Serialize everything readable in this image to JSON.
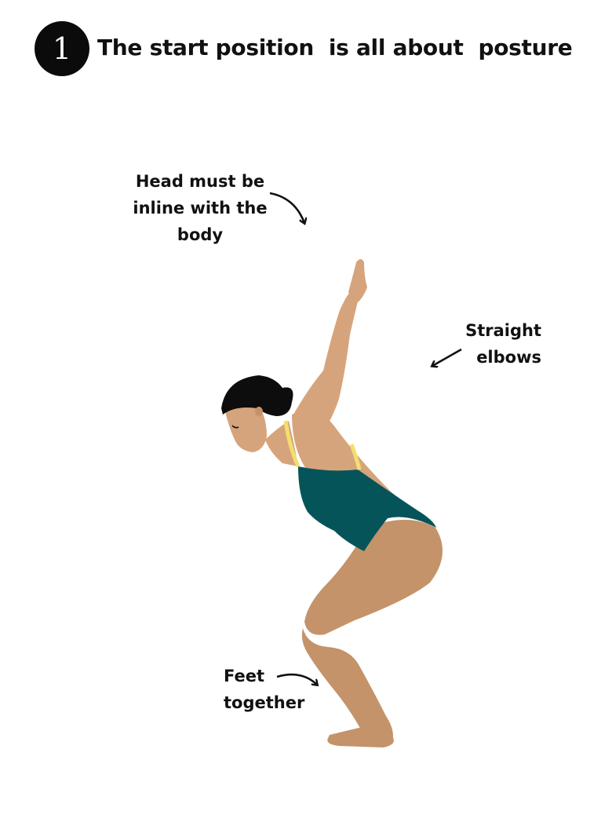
{
  "step": {
    "number": "1"
  },
  "title": "The start position  is all about  posture",
  "annotations": {
    "head": "Head must be\ninline with the\nbody",
    "elbows": "Straight\nelbows",
    "feet": "Feet\ntogether"
  },
  "colors": {
    "skin": "#d6a47c",
    "skin_shadow": "#c4936a",
    "hair": "#0d0d0d",
    "swimsuit": "#05545a",
    "strap": "#f2df6e",
    "badge": "#0b0b0b"
  }
}
